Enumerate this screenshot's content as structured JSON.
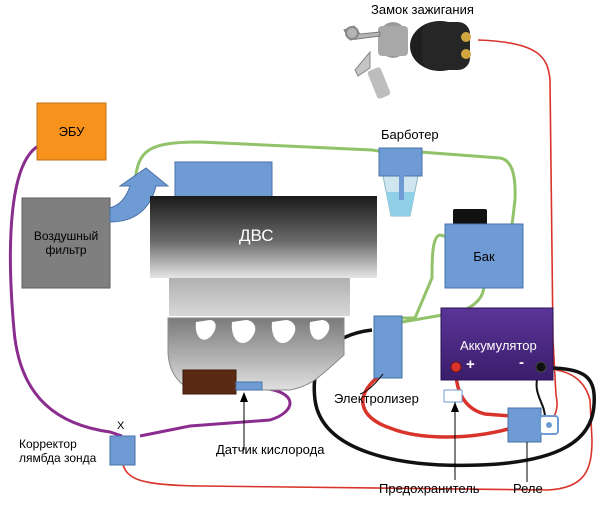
{
  "labels": {
    "ignition": "Замок зажигания",
    "ecu": "ЭБУ",
    "air_filter_line1": "Воздушный",
    "air_filter_line2": "фильтр",
    "engine": "ДВС",
    "bubbler": "Барботер",
    "tank": "Бак",
    "battery": "Аккумулятор",
    "plus": "+",
    "minus": "-",
    "electrolyzer": "Электролизер",
    "oxygen_sensor": "Датчик кислорода",
    "corrector_line1": "Корректор",
    "corrector_line2": "лямбда зонда",
    "x_mark": "X",
    "fuse": "Предохранитель",
    "relay": "Реле"
  },
  "colors": {
    "ecu": "#f7931d",
    "air_filter": "#7f7f7f",
    "component_blue": "#6f9bd4",
    "battery": "#4b2a82",
    "sensor": "#5a2a12",
    "wire_green": "#92c36a",
    "wire_purple": "#8b2d8f",
    "wire_red": "#d9342b",
    "wire_black": "#111111"
  }
}
